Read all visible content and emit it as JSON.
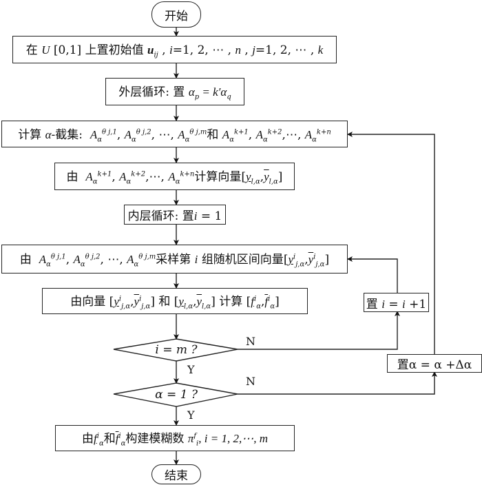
{
  "flowchart": {
    "start": "开始",
    "end": "结束",
    "steps": {
      "init": "在 U[0,1] 上置初始值 u_ij , i=1, 2, ⋯ , n , j=1, 2, ⋯ , k",
      "outer_loop": "外层循环: 置 α_p = k′α_q",
      "alpha_cut": "计算 α-截集: A_α^{θ_j,1}, A_α^{θ_j,2}, ⋯ , A_α^{θ_j,m} 和 A_α^{k+1}, A_α^{k+2}, ⋯ , A_α^{k+n}",
      "compute_vector": "由 A_α^{k+1}, A_α^{k+2}, ⋯ , A_α^{k+n} 计算向量[y_l,α, ȳ_l,α]",
      "inner_loop": "内层循环: 置 i = 1",
      "sample": "由 A_α^{θ_j,1}, A_α^{θ_j,2}, ⋯ , A_α^{θ_j,m} 采样第 i 组随机区间向量[y^i_j,α, ȳ^i_j,α]",
      "compute_f": "由向量 [y^i_j,α, ȳ^i_j,α] 和 [y_l,α, ȳ_l,α] 计算 [f^i_α, f̄^i_α]",
      "build_fuzzy": "由 f^i_α 和 f̄^i_α 构建模糊数 π^f_i , i = 1, 2,⋯, m",
      "increment_i": "置 i = i +1",
      "increment_alpha": "置α = α +Δα"
    },
    "decisions": {
      "i_eq_m": "i = m ?",
      "alpha_eq_1": "α = 1 ?"
    },
    "edge_labels": {
      "yes": "Y",
      "no": "N"
    },
    "text": {
      "init_pre": "在",
      "init_U": "U",
      "init_range": "[0,1]",
      "init_mid": "上置初始值",
      "init_u": "u",
      "init_u_sub": "ij",
      "init_i": "i",
      "init_i_vals": "=1, 2, ⋯ ,",
      "init_n": "n",
      "init_j": "j",
      "init_j_vals": "=1, 2, ⋯ ,",
      "init_k": "k",
      "outer_pre": "外层循环: 置",
      "outer_eq": "α",
      "outer_p": "p",
      "outer_mid": " = k′α",
      "outer_q": "q",
      "cut_pre": "计算",
      "cut_alpha": "α",
      "cut_mid": "-截集:",
      "A": "A",
      "a": "α",
      "th1": "θ j,1",
      "th2": "θ j,2",
      "thm": "θ j,m",
      "k1": "k+1",
      "k2": "k+2",
      "kn": "k+n",
      "and": "和",
      "dots": "⋯",
      "comma": ",",
      "by": "由",
      "calc_vec": "计算向量",
      "y": "y",
      "la": "l,α",
      "ja": "j,α",
      "sup_i": "i",
      "inner": "内层循环: 置",
      "i": "i",
      "eq1": " = 1",
      "sample_mid": "采样第",
      "sample_end": "组随机区间向量",
      "by_vec": "由向量",
      "calc": "计算",
      "f": "f",
      "build_mid": "构建模糊数",
      "pi": "π",
      "pi_sup": "f",
      "build_end": ", i = 1, 2,⋯, m",
      "lb": "[",
      "rb": "]",
      "set": "置"
    }
  }
}
